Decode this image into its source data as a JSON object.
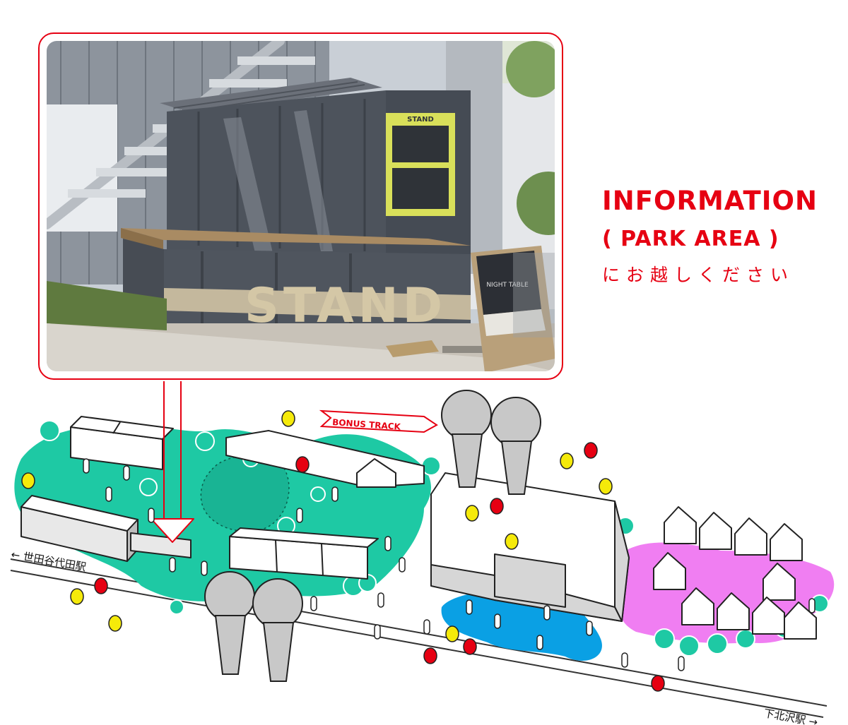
{
  "photo": {
    "sign_board_text": "STAND",
    "counter_lettering": "STAND",
    "menu_board_text": "NIGHT TABLE"
  },
  "info": {
    "line1": "INFORMATION",
    "line2": "( PARK AREA )",
    "line3": "にお越しください"
  },
  "map": {
    "banner": "BONUS TRACK",
    "station_left": "← 世田谷代田駅",
    "station_right": "下北沢駅 →"
  },
  "colors": {
    "accent_red": "#e60012",
    "park_green": "#1ec9a4",
    "plaza_blue": "#0aa0e4",
    "stall_pink": "#f07ef2",
    "balloon_yellow": "#f5ea0a",
    "balloon_red": "#e60012"
  }
}
